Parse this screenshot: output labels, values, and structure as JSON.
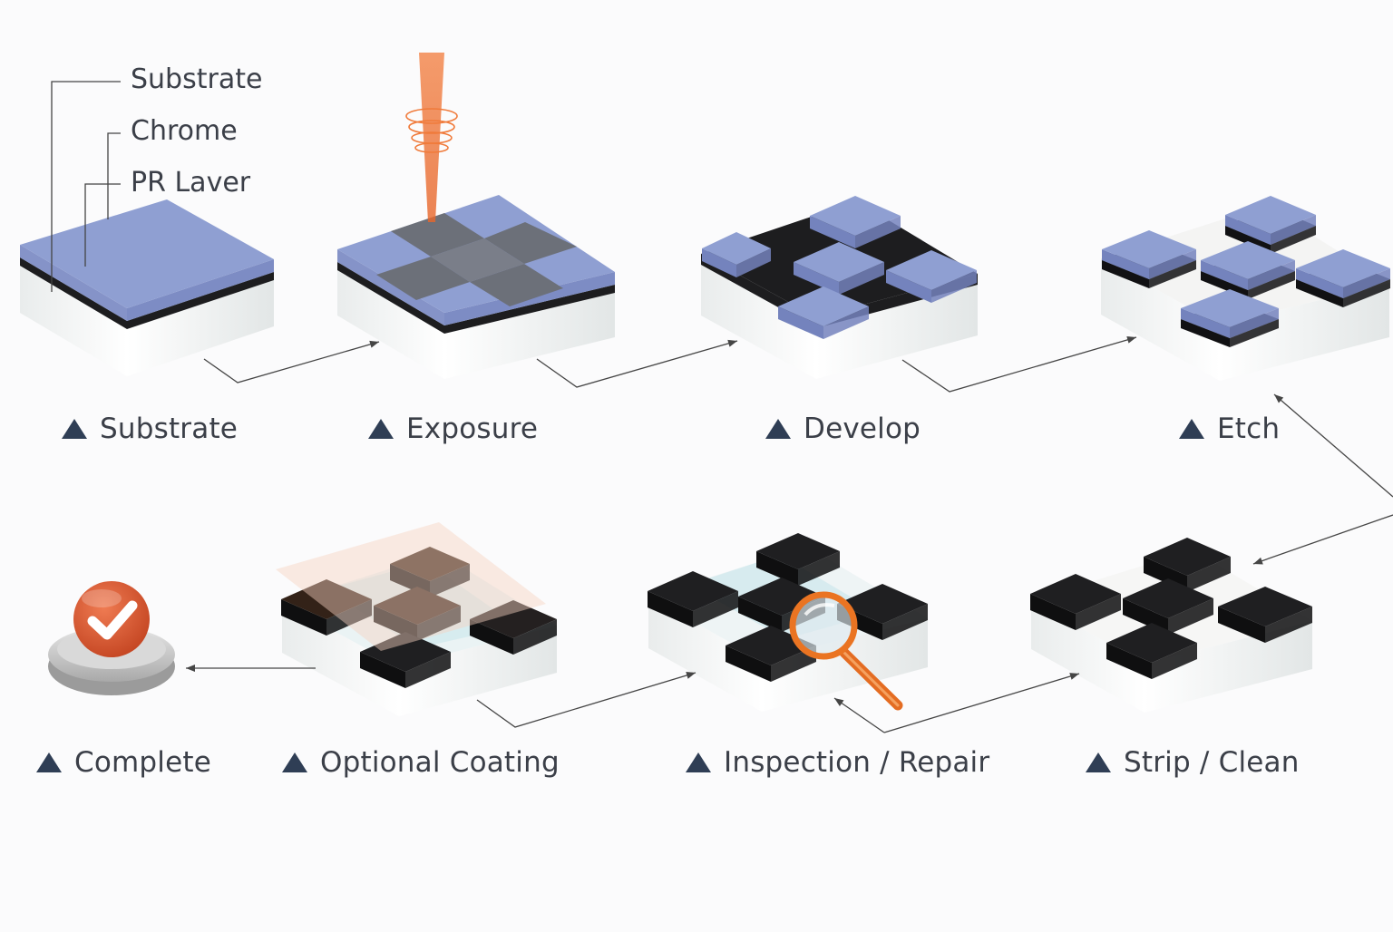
{
  "layer_labels": {
    "substrate": "Substrate",
    "chrome": "Chrome",
    "pr_layer": "PR Laver"
  },
  "steps": {
    "substrate": "Substrate",
    "exposure": "Exposure",
    "develop": "Develop",
    "etch": "Etch",
    "strip_clean": "Strip / Clean",
    "inspection_repair": "Inspection / Repair",
    "optional_coating": "Optional Coating",
    "complete": "Complete"
  },
  "icons": {
    "step_marker": "triangle-icon",
    "exposure_beam": "laser-beam-icon",
    "inspection": "magnifier-icon",
    "complete": "checkmark-icon"
  },
  "colors": {
    "photoresist": "#8f9fd2",
    "chrome": "#1d1d1f",
    "substrate": "#eef0f0",
    "exposed": "#6c7079",
    "marker": "#2f3e55",
    "beam": "#f07a3a",
    "check_button": "#d6532c",
    "coating": "#f6d2c0",
    "glass_tint": "#cfe8ec"
  }
}
